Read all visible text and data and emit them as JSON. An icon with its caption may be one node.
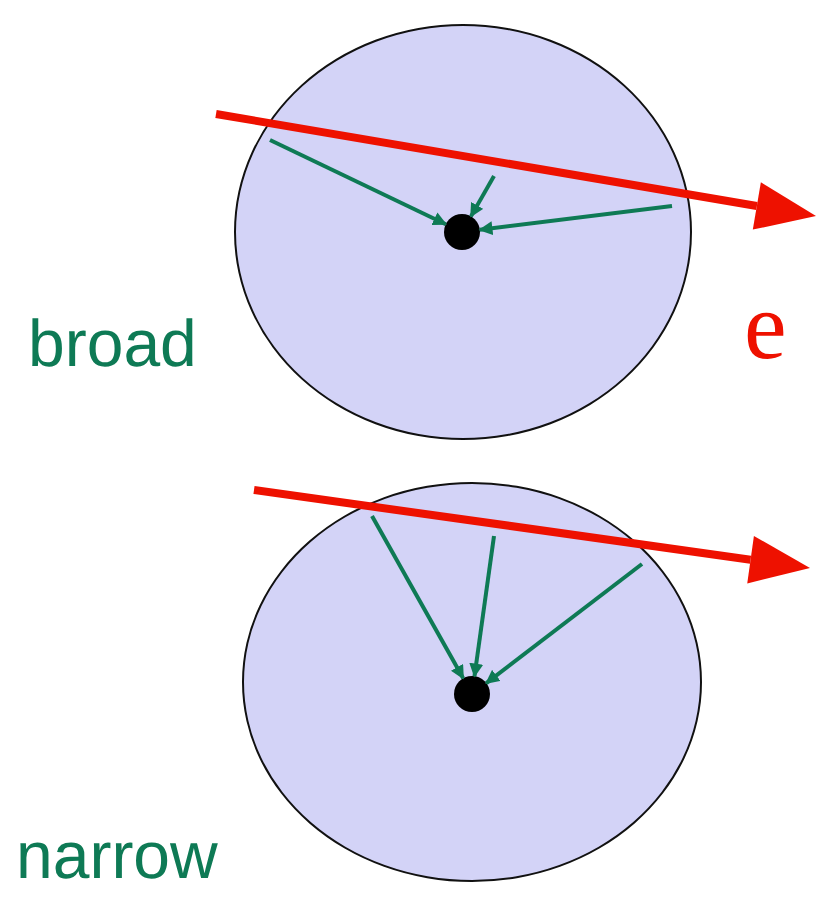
{
  "diagram": {
    "nodes": [
      {
        "text": [],
        "shape": "circle",
        "beside": [
          "broad"
        ]
      },
      {
        "text": [],
        "shape": "circle",
        "in": 0
      },
      {
        "text": [],
        "shape": "circle",
        "beside": [
          "narrow"
        ]
      },
      {
        "text": [],
        "shape": "circle",
        "in": 2
      }
    ],
    "edges": [
      {
        "from": null,
        "to": 1,
        "arrow": "to"
      },
      {
        "from": null,
        "to": 1,
        "arrow": "to"
      },
      {
        "from": null,
        "to": 1,
        "arrow": "to"
      },
      {
        "from": null,
        "to": 3,
        "arrow": "to"
      },
      {
        "from": null,
        "to": 3,
        "arrow": "to"
      },
      {
        "from": null,
        "to": 3,
        "arrow": "to"
      }
    ],
    "labels": [
      "e"
    ]
  }
}
